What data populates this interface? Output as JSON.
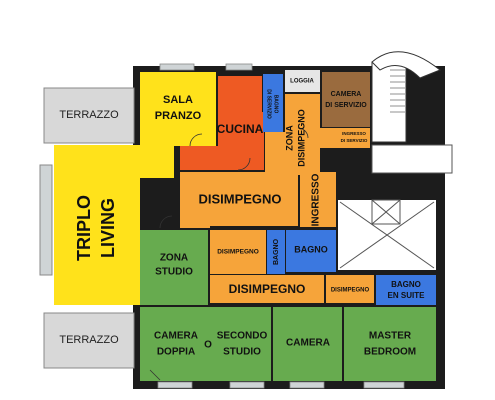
{
  "colors": {
    "wall": "#1c1c1c",
    "terrace": "#d8d8d8",
    "yellow": "#ffe21b",
    "orange_red": "#ee5a23",
    "orange": "#f6a43a",
    "blue": "#3b78e0",
    "brown": "#9a6b3e",
    "green": "#67ab4f",
    "stair": "#bdbdbd",
    "glass": "#cfd4d6"
  },
  "rooms": {
    "terrazzo_top": "TERRAZZO",
    "terrazzo_bottom": "TERRAZZO",
    "sala_pranzo": [
      "SALA",
      "PRANZO"
    ],
    "cucina": "CUCINA",
    "bagno_di_servizio": [
      "BAGNO",
      "DI SERVIZIO"
    ],
    "loggia": "LOGGIA",
    "camera_di_servizio": [
      "CAMERA",
      "DI SERVIZIO"
    ],
    "ingresso_di_servizio": [
      "INGRESSO",
      "DI SERVIZIO"
    ],
    "zona_disimpegno": [
      "ZONA",
      "DISIMPEGNO"
    ],
    "disimpegno_main": "DISIMPEGNO",
    "ingresso": "INGRESSO",
    "triplo_living": [
      "TRIPLO",
      "LIVING"
    ],
    "zona_studio": [
      "ZONA",
      "STUDIO"
    ],
    "disimpegno_small": "DISIMPEGNO",
    "bagno_small": "BAGNO",
    "bagno_center": "BAGNO",
    "disimpegno_corridor": "DISIMPEGNO",
    "disimpegno_right": "DISIMPEGNO",
    "bagno_en_suite": [
      "BAGNO",
      "EN SUITE"
    ],
    "camera_doppia": [
      "CAMERA",
      "DOPPIA"
    ],
    "o": "O",
    "secondo_studio": [
      "SECONDO",
      "STUDIO"
    ],
    "camera": "CAMERA",
    "master_bedroom": [
      "MASTER",
      "BEDROOM"
    ]
  }
}
